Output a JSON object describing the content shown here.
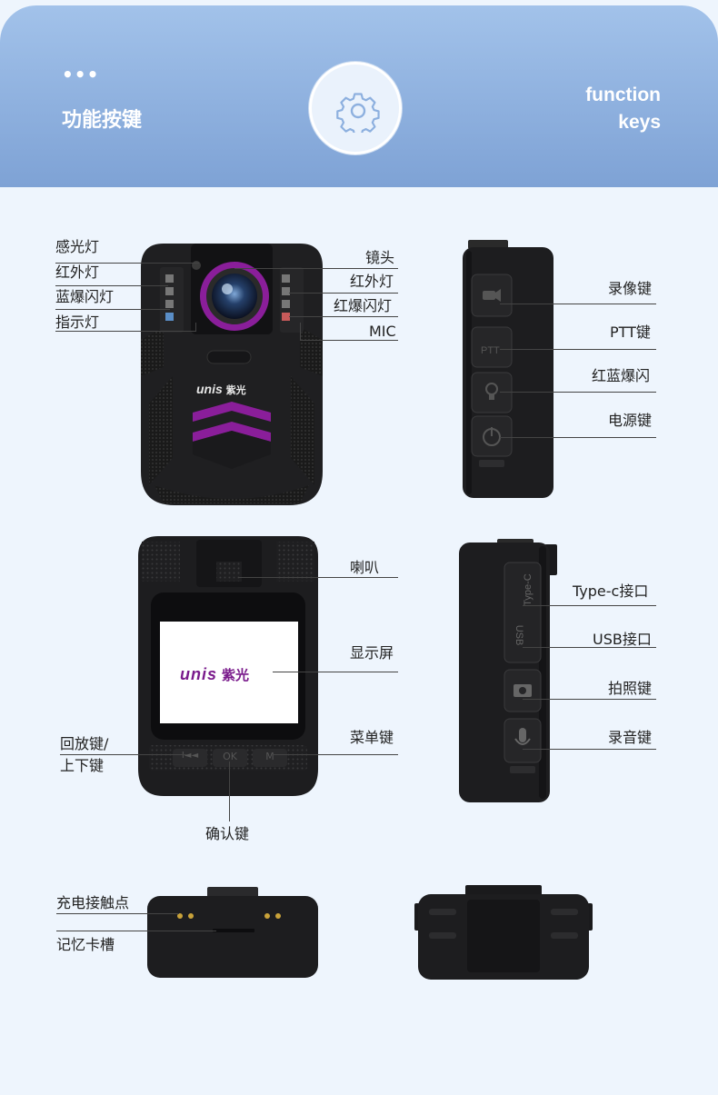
{
  "header": {
    "dots": "•••",
    "title_cn": "功能按键",
    "title_en_line1": "function",
    "title_en_line2": "keys",
    "icon": "gear-icon"
  },
  "front": {
    "labels_left": [
      "感光灯",
      "红外灯",
      "蓝爆闪灯",
      "指示灯"
    ],
    "labels_right": [
      "镜头",
      "红外灯",
      "红爆闪灯",
      "MIC"
    ],
    "brand": "UNIS",
    "brand_cn": "紫光"
  },
  "side_a": {
    "labels": [
      "录像键",
      "PTT键",
      "红蓝爆闪",
      "电源键"
    ],
    "ptt_text": "PTT"
  },
  "back": {
    "label_speaker": "喇叭",
    "label_screen": "显示屏",
    "label_menu": "菜单键",
    "label_playback": "回放键/",
    "label_updown": "上下键",
    "label_ok": "确认键",
    "screen_brand": "UNIS",
    "screen_brand_cn": "紫光",
    "btn_left": "I◄◄",
    "btn_ok": "OK",
    "btn_m": "M"
  },
  "side_b": {
    "labels": [
      "Type-c接口",
      "USB接口",
      "拍照键",
      "录音键"
    ],
    "port_type_c": "Type-C",
    "port_usb": "USB"
  },
  "bottom": {
    "labels": [
      "充电接触点",
      "记忆卡槽"
    ]
  },
  "colors": {
    "header_top": "#a2c2ea",
    "header_bottom": "#7ea2d5",
    "page_bg": "#eef5fd",
    "accent_purple": "#8a1e9a",
    "device_body": "#1d1d1f"
  }
}
